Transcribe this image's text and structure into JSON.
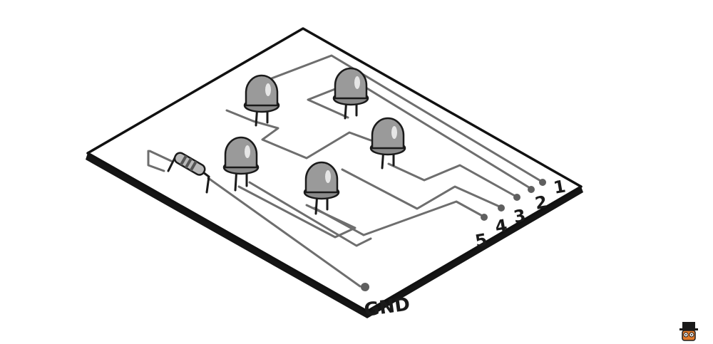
{
  "pins": [
    {
      "label": "1"
    },
    {
      "label": "2"
    },
    {
      "label": "3"
    },
    {
      "label": "4"
    },
    {
      "label": "5"
    }
  ],
  "ground": {
    "label": "GND"
  },
  "colors": {
    "board": "#ffffff",
    "outline": "#111111",
    "trace": "#6e6e6e",
    "led": "#9a9a9a"
  },
  "icons": {
    "mascot": "top-hat-mascot-icon"
  }
}
